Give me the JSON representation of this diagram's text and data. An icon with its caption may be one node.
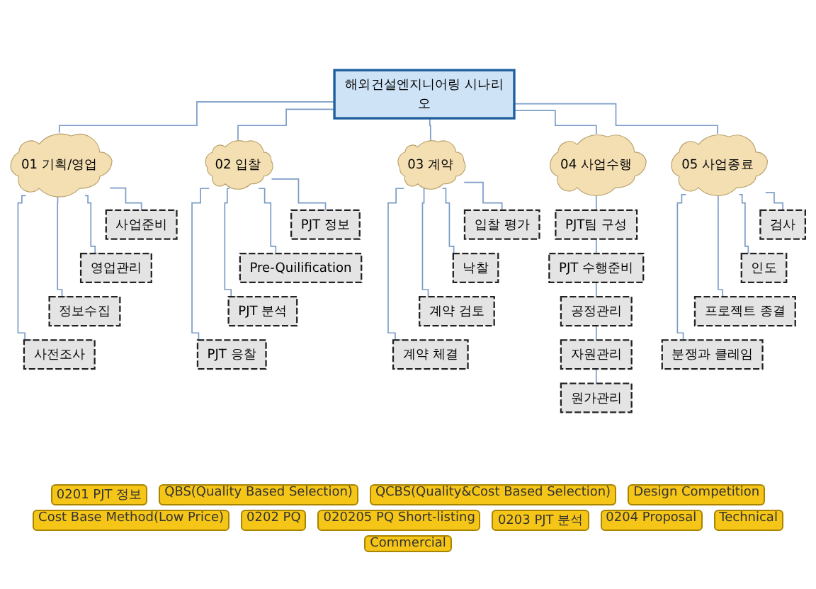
{
  "diagram": {
    "nodes": [
      {
        "text": [
          "해외건설엔지니어링 시나리오"
        ]
      },
      {
        "text": [
          "01 기획/영업"
        ]
      },
      {
        "text": [
          "사업준비"
        ]
      },
      {
        "text": [
          "영업관리"
        ]
      },
      {
        "text": [
          "정보수집"
        ]
      },
      {
        "text": [
          "사전조사"
        ]
      },
      {
        "text": [
          "02 입찰"
        ]
      },
      {
        "text": [
          "PJT 정보"
        ]
      },
      {
        "text": [
          "Pre-Quilification"
        ]
      },
      {
        "text": [
          "PJT 분석"
        ]
      },
      {
        "text": [
          "PJT 응찰"
        ]
      },
      {
        "text": [
          "03 계약"
        ]
      },
      {
        "text": [
          "입찰 평가"
        ]
      },
      {
        "text": [
          "낙찰"
        ]
      },
      {
        "text": [
          "계약 검토"
        ]
      },
      {
        "text": [
          "계약 체결"
        ]
      },
      {
        "text": [
          "04 사업수행"
        ]
      },
      {
        "text": [
          "PJT팀 구성"
        ]
      },
      {
        "text": [
          "PJT 수행준비"
        ]
      },
      {
        "text": [
          "공정관리"
        ]
      },
      {
        "text": [
          "자원관리"
        ]
      },
      {
        "text": [
          "원가관리"
        ]
      },
      {
        "text": [
          "05 사업종료"
        ]
      },
      {
        "text": [
          "검사"
        ]
      },
      {
        "text": [
          "인도"
        ]
      },
      {
        "text": [
          "프로젝트 종결"
        ]
      },
      {
        "text": [
          "분쟁과 클레임"
        ]
      }
    ],
    "edges": [
      {
        "from": 0,
        "to": 1,
        "arrow": "none"
      },
      {
        "from": 0,
        "to": 6,
        "arrow": "none"
      },
      {
        "from": 0,
        "to": 11,
        "arrow": "none"
      },
      {
        "from": 0,
        "to": 16,
        "arrow": "none"
      },
      {
        "from": 0,
        "to": 22,
        "arrow": "none"
      },
      {
        "from": 1,
        "to": 2,
        "arrow": "none"
      },
      {
        "from": 1,
        "to": 3,
        "arrow": "none"
      },
      {
        "from": 1,
        "to": 4,
        "arrow": "none"
      },
      {
        "from": 1,
        "to": 5,
        "arrow": "none"
      },
      {
        "from": 6,
        "to": 7,
        "arrow": "none"
      },
      {
        "from": 6,
        "to": 8,
        "arrow": "none"
      },
      {
        "from": 6,
        "to": 9,
        "arrow": "none"
      },
      {
        "from": 6,
        "to": 10,
        "arrow": "none"
      },
      {
        "from": 11,
        "to": 12,
        "arrow": "none"
      },
      {
        "from": 11,
        "to": 13,
        "arrow": "none"
      },
      {
        "from": 11,
        "to": 14,
        "arrow": "none"
      },
      {
        "from": 11,
        "to": 15,
        "arrow": "none"
      },
      {
        "from": 16,
        "to": 17,
        "arrow": "none"
      },
      {
        "from": 17,
        "to": 18,
        "arrow": "none"
      },
      {
        "from": 18,
        "to": 19,
        "arrow": "none"
      },
      {
        "from": 19,
        "to": 20,
        "arrow": "none"
      },
      {
        "from": 20,
        "to": 21,
        "arrow": "none"
      },
      {
        "from": 22,
        "to": 23,
        "arrow": "none"
      },
      {
        "from": 22,
        "to": 24,
        "arrow": "none"
      },
      {
        "from": 22,
        "to": 25,
        "arrow": "none"
      },
      {
        "from": 22,
        "to": 26,
        "arrow": "none"
      }
    ],
    "labels": [
      "0201 PJT 정보",
      "QBS(Quality Based Selection)",
      "QCBS(Quality&Cost Based Selection)",
      "Design Competition",
      "Cost Base Method(Low Price)",
      "0202 PQ",
      "020205 PQ Short-listing",
      "0203 PJT 분석",
      "0204 Proposal",
      "Technical",
      "Commercial"
    ]
  }
}
